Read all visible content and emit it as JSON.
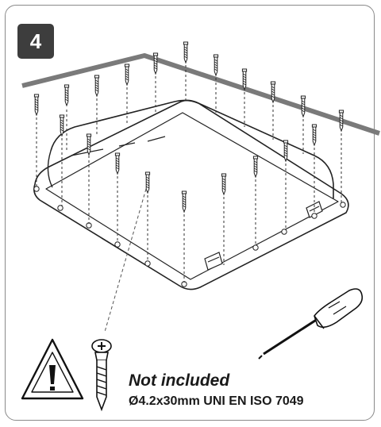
{
  "step": {
    "number": "4"
  },
  "note": {
    "title": "Not included",
    "spec": "Ø4.2x30mm UNI EN ISO 7049"
  },
  "icons": {
    "warning": "warning-triangle-icon",
    "screw": "self-tapping-screw-icon",
    "tool": "screwdriver-icon"
  },
  "colors": {
    "frame": "#8a8a8a",
    "badge": "#3d3d3d",
    "roof_line": "#7a7a7a",
    "ink": "#1a1a1a"
  }
}
